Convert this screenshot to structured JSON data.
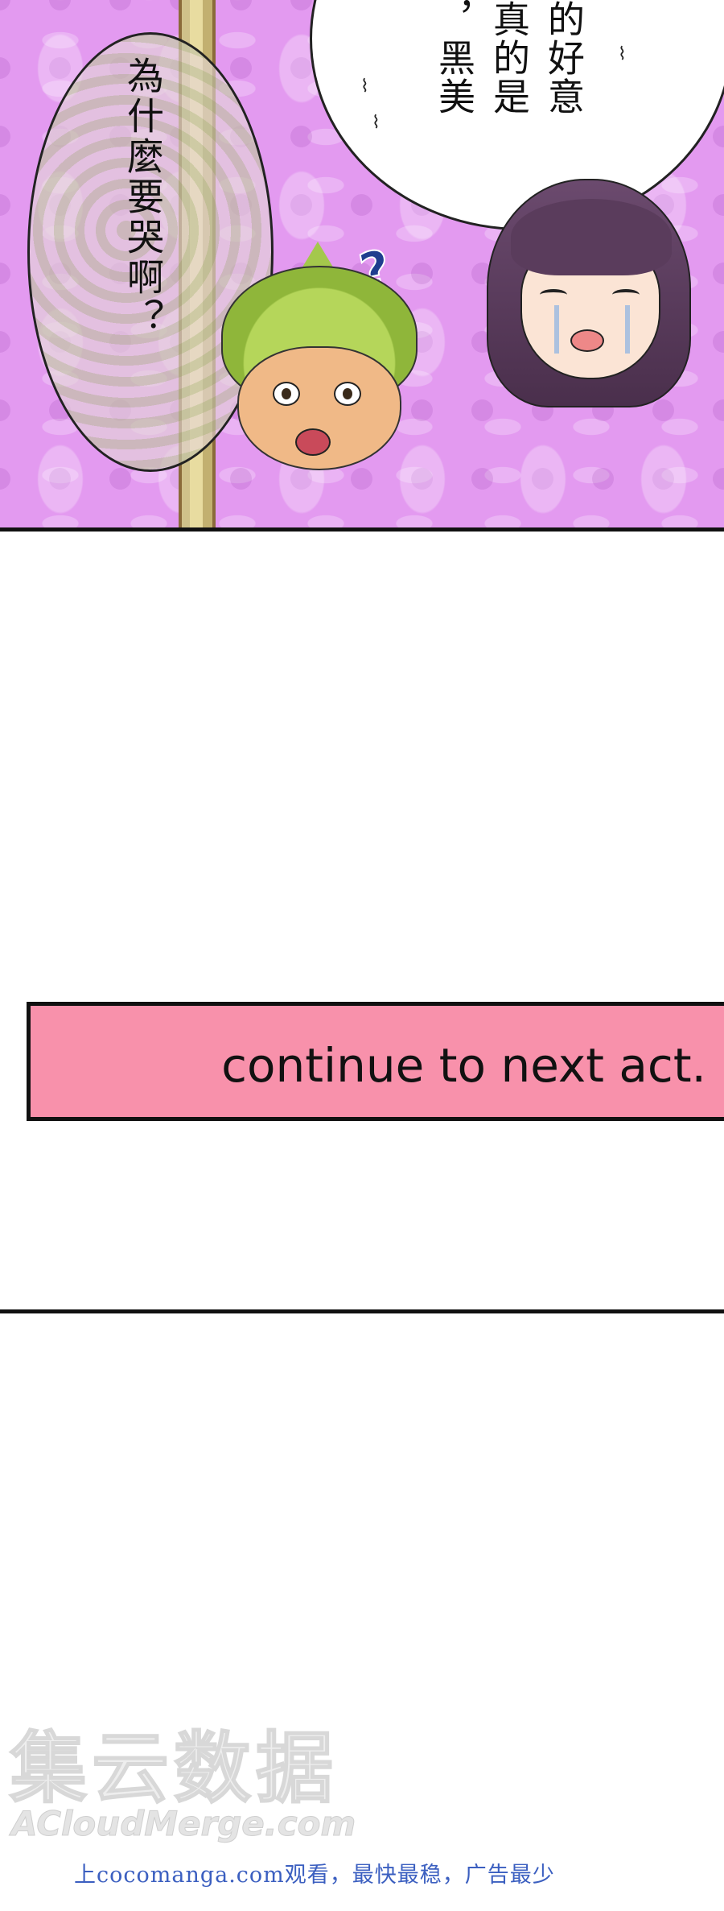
{
  "panel": {
    "bubble_left_text": "為什麼要哭啊？",
    "bubble_right_lines": [
      "的好意",
      "真的是",
      "，黑美"
    ],
    "question_mark": "?"
  },
  "banner": {
    "text": "continue to next act.",
    "color": "#f891ab"
  },
  "watermark": {
    "chinese": "集云数据",
    "english": "ACloudMerge.com"
  },
  "footer": {
    "text": "上cocomanga.com观看，最快最稳，广告最少"
  }
}
